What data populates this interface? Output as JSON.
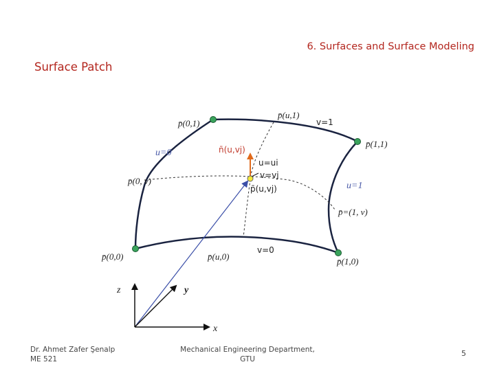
{
  "header": {
    "title": "6. Surfaces and Surface Modeling"
  },
  "section": {
    "title": "Surface Patch"
  },
  "diagram": {
    "corner_labels": {
      "p00": "p̄(0,0)",
      "p01": "p̄(0,1)",
      "p10": "p̄(1,0)",
      "p11": "p̄(1,1)"
    },
    "edge_labels": {
      "pu1": "p̄(u,1)",
      "pu0": "p̄(u,0)",
      "p0v": "p̄(0, v)",
      "p1v": "p̄=(1, v)"
    },
    "param_labels": {
      "u0": "u=0",
      "u1": "u=1",
      "v1": "v=1",
      "v0": "v=0"
    },
    "point_labels": {
      "normal": "n̄(u,vj)",
      "u_eq": "u=ui",
      "v_eq": "v=vj",
      "p_point": "p̄(u,vj)"
    },
    "axes": {
      "z": "z",
      "y": "y",
      "x": "x"
    },
    "colors": {
      "corner_dot": "#3aa35c",
      "point_dot": "#f2e83a",
      "normal_arrow": "#e06a1b",
      "position_vector": "#3b4fa8",
      "accent": "#b3261e"
    }
  },
  "footer": {
    "author_line1": "Dr. Ahmet Zafer Şenalp",
    "author_line2": "ME 521",
    "dept_line1": "Mechanical Engineering Department,",
    "dept_line2": "GTU",
    "page": "5"
  }
}
